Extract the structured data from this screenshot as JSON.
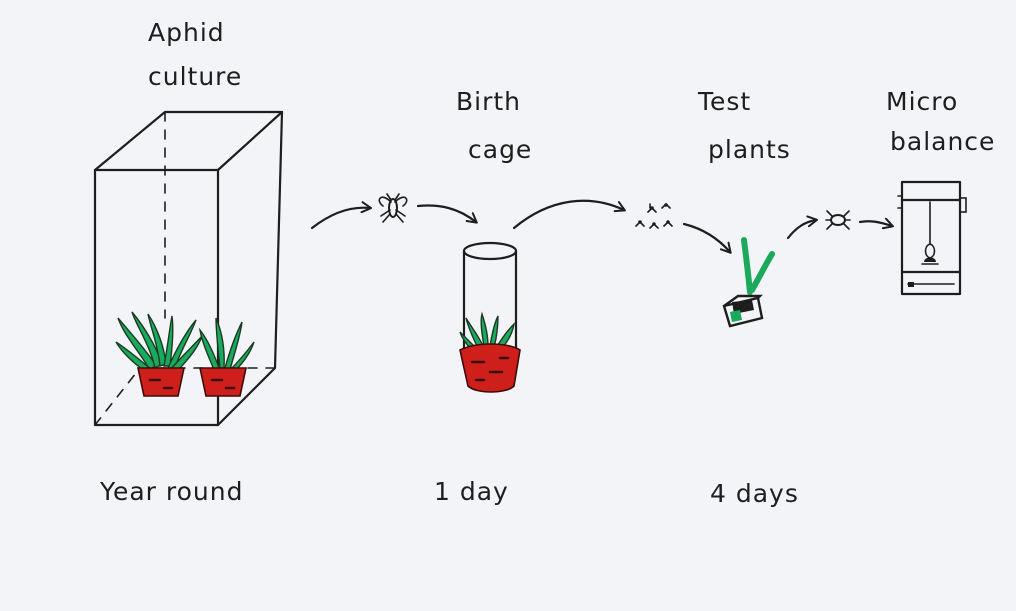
{
  "labels": {
    "aphid_culture_line1": "Aphid",
    "aphid_culture_line2": "culture",
    "birth_cage_line1": "Birth",
    "birth_cage_line2": "cage",
    "test_plants_line1": "Test",
    "test_plants_line2": "plants",
    "micro_balance_line1": "Micro",
    "micro_balance_line2": "balance"
  },
  "durations": {
    "aphid_culture": "Year round",
    "birth_cage": "1 day",
    "test_plants": "4 days"
  },
  "colors": {
    "ink": "#1e1e1e",
    "pot_red": "#cf1f1a",
    "leaf_green": "#1ba95c",
    "paper": "#f3f4f7"
  }
}
